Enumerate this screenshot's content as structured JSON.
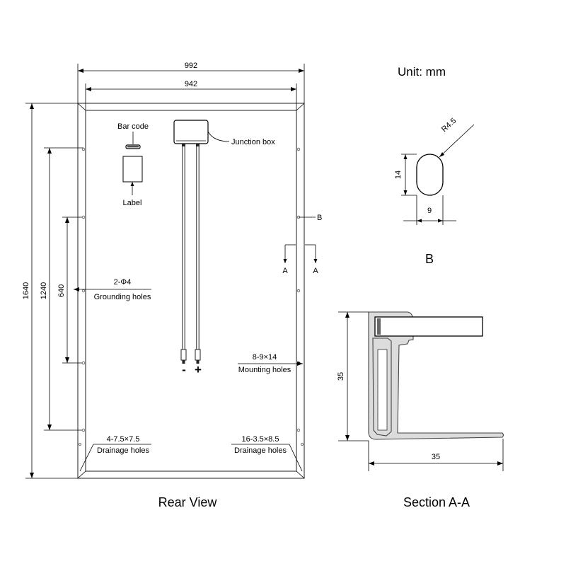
{
  "unit_label": "Unit: mm",
  "rear_view": {
    "title": "Rear View",
    "dims": {
      "overall_width": "992",
      "inner_width": "942",
      "overall_height": "1640",
      "mount_span": "1240",
      "ground_span": "640"
    },
    "bar_code": "Bar code",
    "label": "Label",
    "junction_box": "Junction box",
    "minus": "-",
    "plus": "+",
    "grounding_holes": {
      "spec": "2-Φ4",
      "name": "Grounding holes"
    },
    "mounting_holes": {
      "spec": "8-9×14",
      "name": "Mounting holes"
    },
    "drainage_left": {
      "spec": "4-7.5×7.5",
      "name": "Drainage holes"
    },
    "drainage_right": {
      "spec": "16-3.5×8.5",
      "name": "Drainage holes"
    },
    "section_marks": {
      "left": "A",
      "right": "A",
      "detail": "B"
    }
  },
  "detail_b": {
    "title": "B",
    "radius": "R4.5",
    "height": "14",
    "width": "9"
  },
  "section_aa": {
    "title": "Section A-A",
    "height": "35",
    "width": "35"
  }
}
